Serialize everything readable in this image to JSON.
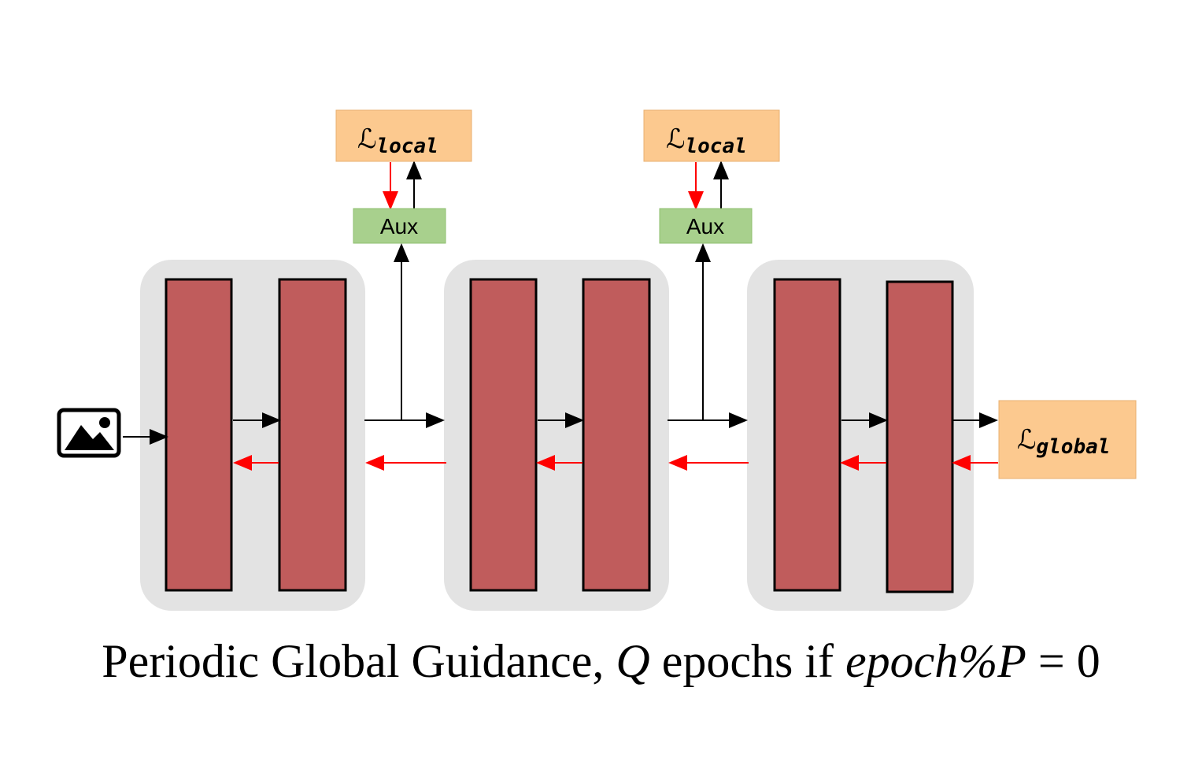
{
  "losses": {
    "local_symbol": "ℒ",
    "local_subscript": "local",
    "global_symbol": "ℒ",
    "global_subscript": "global"
  },
  "aux": {
    "label": "Aux"
  },
  "caption": {
    "text": "Periodic Global Guidance, ",
    "var_q": "Q",
    "mid": " epochs if ",
    "condition": "epoch%P",
    "equals": " = 0"
  },
  "colors": {
    "block_fill": "#c05c5c",
    "stage_bg": "#e3e3e3",
    "loss_fill": "#fcc98f",
    "aux_fill": "#a8d08d",
    "forward_arrow": "#000000",
    "backward_arrow": "#ff0000"
  },
  "icons": {
    "input": "image-icon"
  }
}
